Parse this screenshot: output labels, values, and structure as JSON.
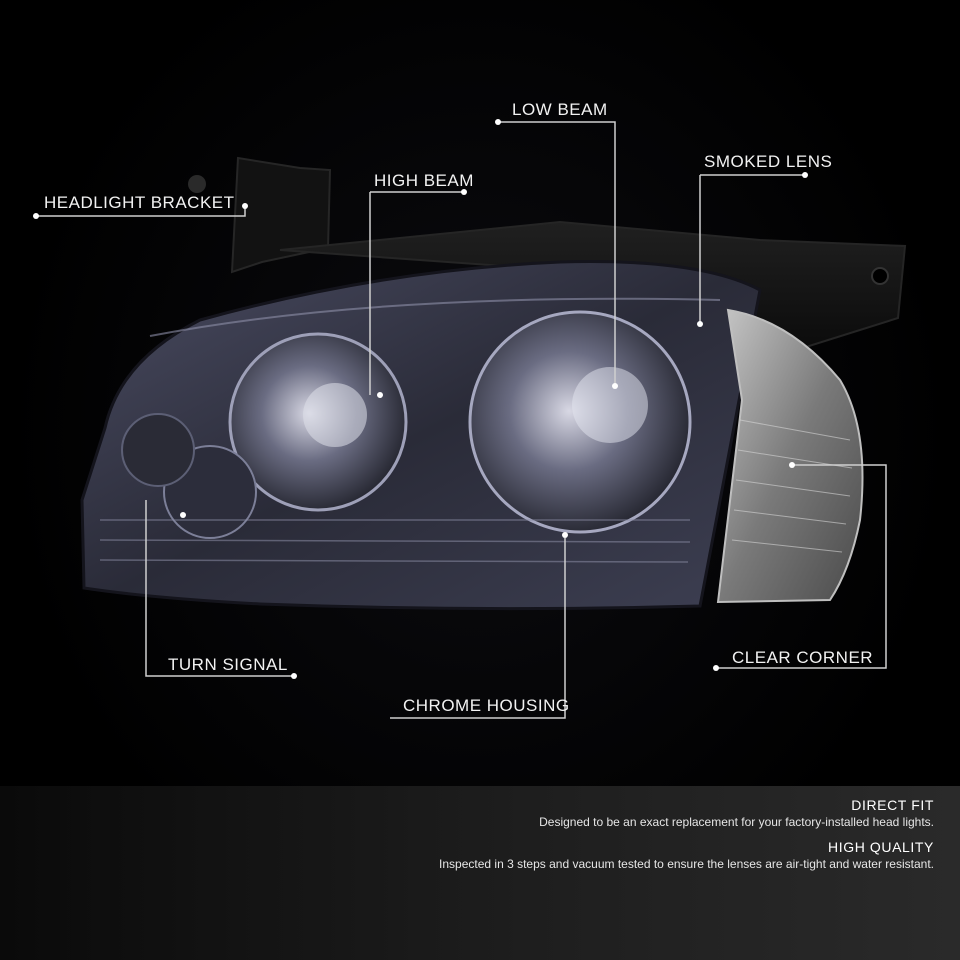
{
  "callouts": {
    "headlight_bracket": "HEADLIGHT BRACKET",
    "high_beam": "HIGH BEAM",
    "low_beam": "LOW BEAM",
    "smoked_lens": "SMOKED LENS",
    "turn_signal": "TURN SIGNAL",
    "chrome_housing": "CHROME HOUSING",
    "clear_corner": "CLEAR CORNER"
  },
  "features": [
    {
      "title": "DIRECT FIT",
      "description": "Designed to be an exact replacement for your factory-installed head lights."
    },
    {
      "title": "HIGH QUALITY",
      "description": "Inspected in 3 steps and vacuum tested to ensure the lenses are air-tight and water resistant."
    }
  ],
  "colors": {
    "background": "#000000",
    "callout_line": "#cfcfcf",
    "lens_smoke": "#3a3c4e",
    "corner_lens": "#8a8a8a",
    "footer_band": "#1e1e1e"
  }
}
